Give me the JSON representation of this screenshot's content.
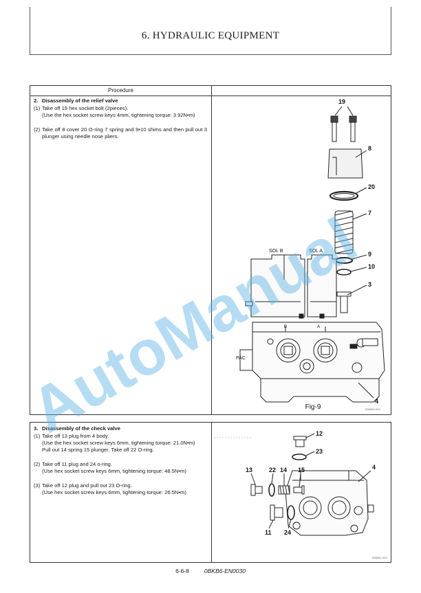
{
  "page_title": "6. HYDRAULIC EQUIPMENT",
  "procedure_header": "Procedure",
  "section1": {
    "step_num": "2.",
    "step_title": "Disassembly of the relief valve",
    "items": [
      {
        "n": "(1)",
        "lines": [
          "Take off 19 hex socket bolt (2pieces).",
          "(Use the hex socket screw keys 4mm, tightening torque: 3.92N•m)"
        ]
      },
      {
        "n": "(2)",
        "lines": [
          "Take off 8 cover 20 O-ring 7 spring and 9•10 shims and then pull out 3 plunger using needle nose pliers."
        ]
      }
    ],
    "figure": {
      "caption": "Fig-9",
      "code": "S36660-00X",
      "callouts": [
        "19",
        "8",
        "20",
        "7",
        "9",
        "10",
        "3",
        "4"
      ],
      "labels": [
        "SOL B",
        "SOL A",
        "B",
        "A",
        "PAC"
      ]
    }
  },
  "section2": {
    "step_num": "3.",
    "step_title": "Disassembly of the check valve",
    "items": [
      {
        "n": "(1)",
        "lines": [
          "Take off 13 plug from 4 body.",
          "(Use the hex socket screw keys 6mm, tightening torque: 21.0N•m)",
          "Pull out 14 spring 15 plunger. Take off 22 O-ring."
        ]
      },
      {
        "n": "(2)",
        "lines": [
          "Take off 11 plug and 24 o-ring.",
          "(Use hex socket screw keys 6mm, tightening torque: 48.5N•m)"
        ]
      },
      {
        "n": "(3)",
        "lines": [
          "Take off 12 plug and pull out 23 O-ring.",
          "(Use hex socket screw keys 6mm, tightening torque: 26.5N•m)"
        ]
      }
    ],
    "figure": {
      "code": "S36661-00X",
      "callouts": [
        "12",
        "23",
        "4",
        "13",
        "22",
        "14",
        "15",
        "11",
        "24"
      ]
    }
  },
  "watermark": "AutoManual",
  "footer": {
    "page": "6-6-8",
    "code": "0BKB6-EN0030"
  }
}
